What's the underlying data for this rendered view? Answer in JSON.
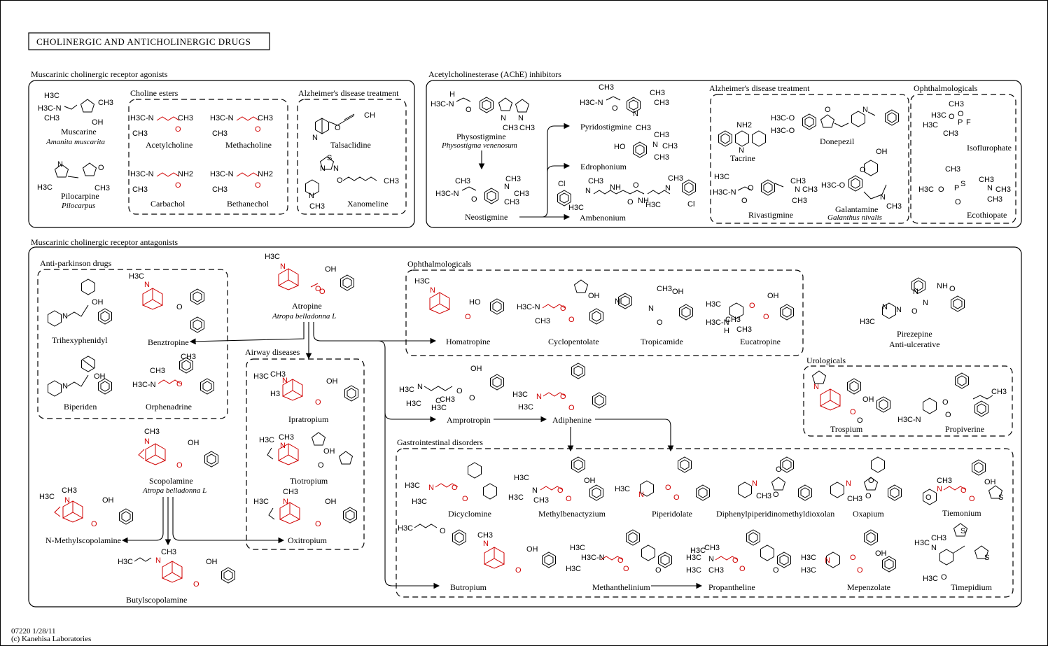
{
  "title": "CHOLINERGIC AND ANTICHOLINERGIC DRUGS",
  "footer": {
    "id_date": "07220 1/28/11",
    "copyright": "(c) Kanehisa Laboratories"
  },
  "colors": {
    "ester_linkage": "#d00000",
    "lines": "#000000"
  },
  "sections": {
    "agonists": {
      "title": "Muscarinic cholinergic receptor agonists",
      "muscarine": {
        "name": "Muscarine",
        "source": "Amanita muscarita"
      },
      "pilocarpine": {
        "name": "Pilocarpine",
        "source": "Pilocarpus"
      },
      "choline_esters": {
        "title": "Choline esters",
        "drugs": [
          "Acetylcholine",
          "Methacholine",
          "Carbachol",
          "Bethanechol"
        ]
      },
      "alzheimer": {
        "title": "Alzheimer's disease treatment",
        "drugs": [
          "Talsaclidine",
          "Xanomeline"
        ]
      }
    },
    "ache": {
      "title": "Acetylcholinesterase (AChE) inhibitors",
      "physostigmine": {
        "name": "Physostigmine",
        "source": "Physostigma venenosum"
      },
      "drugs": [
        "Neostigmine",
        "Pyridostigmine",
        "Edrophonium",
        "Ambenonium"
      ],
      "alzheimer": {
        "title": "Alzheimer's disease treatment",
        "drugs": [
          "Tacrine",
          "Donepezil",
          "Rivastigmine"
        ],
        "galantamine": {
          "name": "Galantamine",
          "source": "Galanthus nivalis"
        }
      },
      "ophthalmologicals": {
        "title": "Ophthalmologicals",
        "drugs": [
          "Isoflurophate",
          "Ecothiopate"
        ]
      }
    },
    "antagonists": {
      "title": "Muscarinic cholinergic receptor antagonists",
      "antiparkinson": {
        "title": "Anti-parkinson drugs",
        "drugs": [
          "Trihexyphenidyl",
          "Benztropine",
          "Biperiden",
          "Orphenadrine"
        ]
      },
      "atropine": {
        "name": "Atropine",
        "source": "Atropa belladonna L"
      },
      "scopolamine": {
        "name": "Scopolamine",
        "source": "Atropa belladonna L"
      },
      "scopolamine_derivs": [
        "N-Methylscopolamine",
        "Butylscopolamine"
      ],
      "airway": {
        "title": "Airway diseases",
        "drugs": [
          "Ipratropium",
          "Tiotropium",
          "Oxitropium"
        ]
      },
      "ophthalmologicals": {
        "title": "Ophthalmologicals",
        "drugs": [
          "Homatropine",
          "Cyclopentolate",
          "Tropicamide",
          "Eucatropine"
        ]
      },
      "pirenzepine": {
        "name": "Pirezepine",
        "use": "Anti-ulcerative"
      },
      "amprotropin": "Amprotropin",
      "adiphenine": "Adiphenine",
      "urologicals": {
        "title": "Urologicals",
        "drugs": [
          "Trospium",
          "Propiverine"
        ]
      },
      "gastro": {
        "title": "Gastrointestinal disorders",
        "row1": [
          "Dicyclomine",
          "Methylbenactyzium",
          "Piperidolate",
          "Diphenylpiperidinomethyldioxolan",
          "Oxapium",
          "Tiemonium"
        ],
        "row2": [
          "Butropium",
          "Methanthelinium",
          "Propantheline",
          "Mepenzolate",
          "Timepidium"
        ]
      }
    }
  }
}
